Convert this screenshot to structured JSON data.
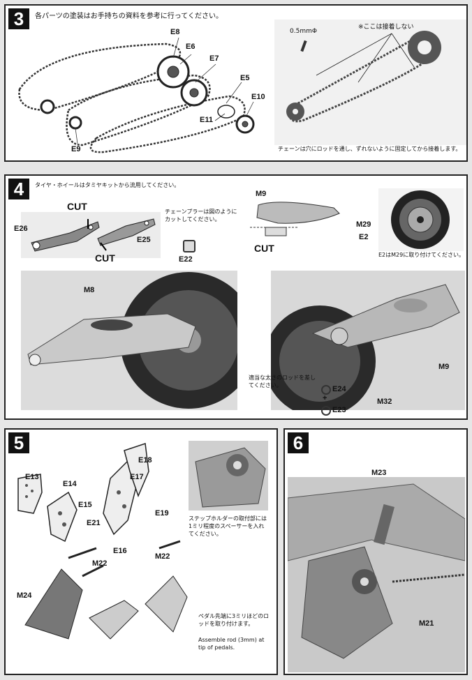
{
  "steps": {
    "s3": {
      "number": "3",
      "instruction": "各パーツの塗装はお手持ちの資料を参考に行ってください。",
      "labels": [
        "E8",
        "E6",
        "E7",
        "E5",
        "E10",
        "E11",
        "E9"
      ],
      "rod_size": "0.5mmΦ",
      "no_glue_note": "※ここは接着しない",
      "chain_note": "チェーンは穴にロッドを通し、ずれないように固定してから接着します。"
    },
    "s4": {
      "number": "4",
      "instruction": "タイヤ・ホイールはタミヤキットから流用してください。",
      "cut_label": "CUT",
      "cut_note": "チェーンプラーは図のようにカットしてください。",
      "labels": {
        "e26": "E26",
        "e25": "E25",
        "m9_top": "M9",
        "e22": "E22",
        "m29": "M29",
        "e2": "E2",
        "m8": "M8",
        "m9": "M9",
        "e24": "E24",
        "e23": "E23",
        "m32": "M32"
      },
      "plus": "+",
      "e2_note": "E2はM29に取り付けてください。",
      "rod_note": "適当な太さのロッドを差してください。"
    },
    "s5": {
      "number": "5",
      "labels": [
        "E13",
        "E14",
        "E15",
        "E21",
        "E18",
        "E17",
        "E19",
        "E16",
        "M22",
        "M22",
        "M24"
      ],
      "spacer_note": "ステップホルダーの取付部には1ミリ程度のスペーサーを入れてください。",
      "pedal_note_jp": "ペダル先端に3ミリほどのロッドを取り付けます。",
      "pedal_note_en": "Assemble rod (3mm) at tip of pedals."
    },
    "s6": {
      "number": "6",
      "labels": {
        "m23": "M23",
        "m21": "M21"
      }
    }
  }
}
